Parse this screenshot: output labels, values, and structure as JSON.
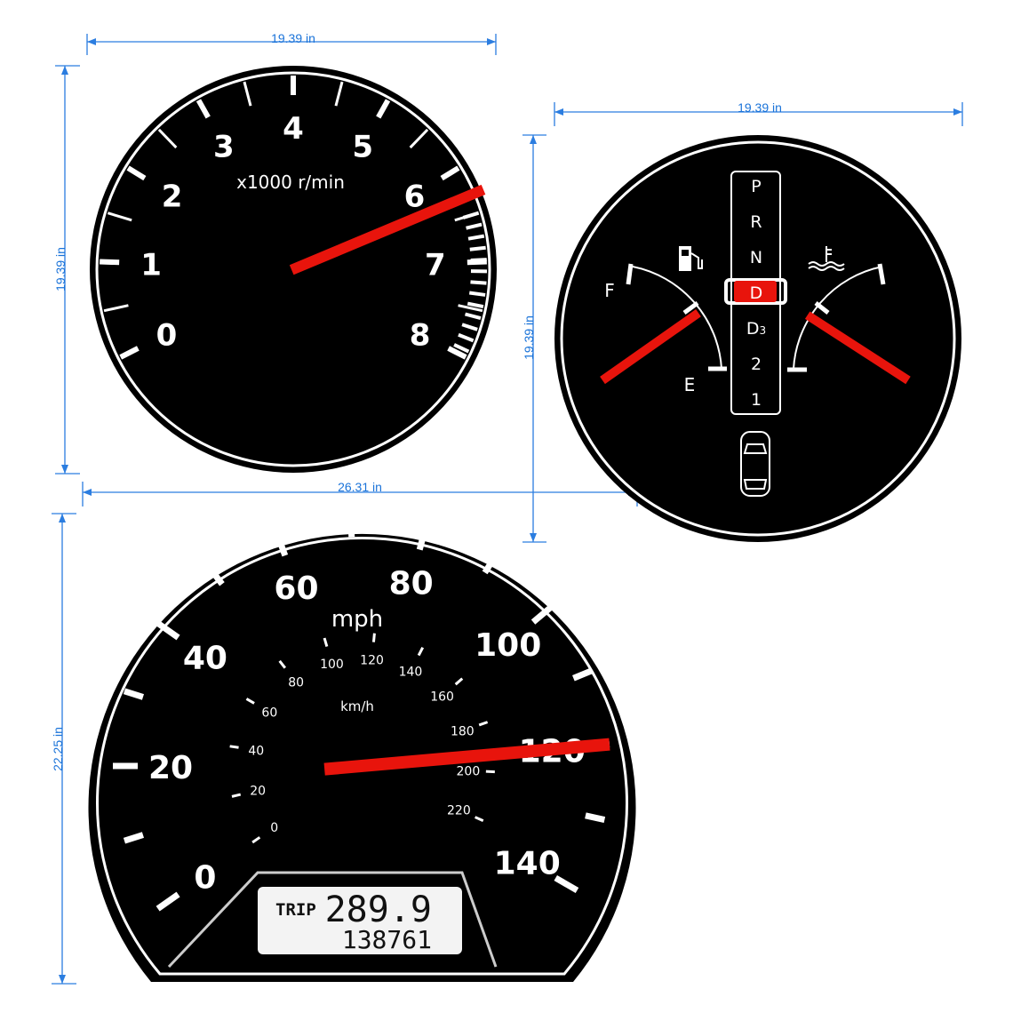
{
  "dimensions": {
    "tach_width": "19.39 in",
    "tach_height": "19.39 in",
    "gauge_width": "19.39 in",
    "gauge_height": "19.39 in",
    "speedo_width": "26.31 in",
    "speedo_height": "22.25 in"
  },
  "tachometer": {
    "unit_label": "x1000 r/min",
    "labels": [
      "0",
      "1",
      "2",
      "3",
      "4",
      "5",
      "6",
      "7",
      "8"
    ],
    "needle_value": 6.3,
    "redline_from": 6.5
  },
  "fuel_temp_gauge": {
    "fuel_full_label": "F",
    "fuel_empty_label": "E",
    "fuel_icon": "fuel-pump-icon",
    "temp_icon": "coolant-temperature-icon",
    "fuel_needle_level": 0.55,
    "temp_needle_level": 0.45,
    "gears": [
      "P",
      "R",
      "N",
      "D",
      "D3",
      "2",
      "1"
    ],
    "selected_gear": "D",
    "car_icon": "car-top-view-icon"
  },
  "speedometer": {
    "mph_label": "mph",
    "kmh_label": "km/h",
    "mph_labels": [
      "0",
      "20",
      "40",
      "60",
      "80",
      "100",
      "120",
      "140"
    ],
    "kmh_labels": [
      "0",
      "20",
      "40",
      "60",
      "80",
      "100",
      "120",
      "140",
      "160",
      "180",
      "200",
      "220"
    ],
    "needle_mph": 120,
    "trip_label": "TRIP",
    "trip_value": "289.9",
    "odometer_value": "138761"
  },
  "colors": {
    "dial_face": "#000000",
    "needle": "#e8140c",
    "ticks": "#ffffff",
    "dimension_lines": "#2b7de0",
    "selected_gear_bg": "#e8140c"
  }
}
